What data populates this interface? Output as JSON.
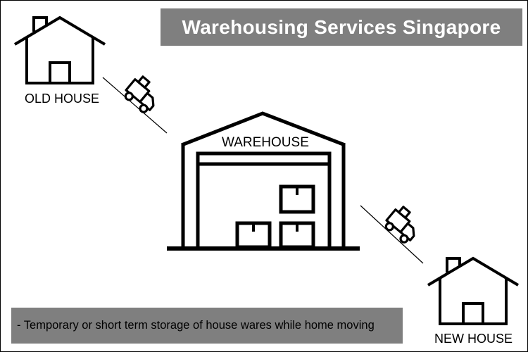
{
  "title": "Warehousing Services Singapore",
  "note": "- Temporary or short term storage of house wares while home moving",
  "nodes": {
    "old_house": "OLD HOUSE",
    "warehouse": "WAREHOUSE",
    "new_house": "NEW HOUSE"
  },
  "icons": {
    "old_house": "house-icon",
    "new_house": "house-icon",
    "warehouse": "warehouse-icon",
    "truck": "truck-icon"
  },
  "colors": {
    "banner": "#7f7f7f",
    "title_text": "#ffffff",
    "stroke": "#000000"
  }
}
